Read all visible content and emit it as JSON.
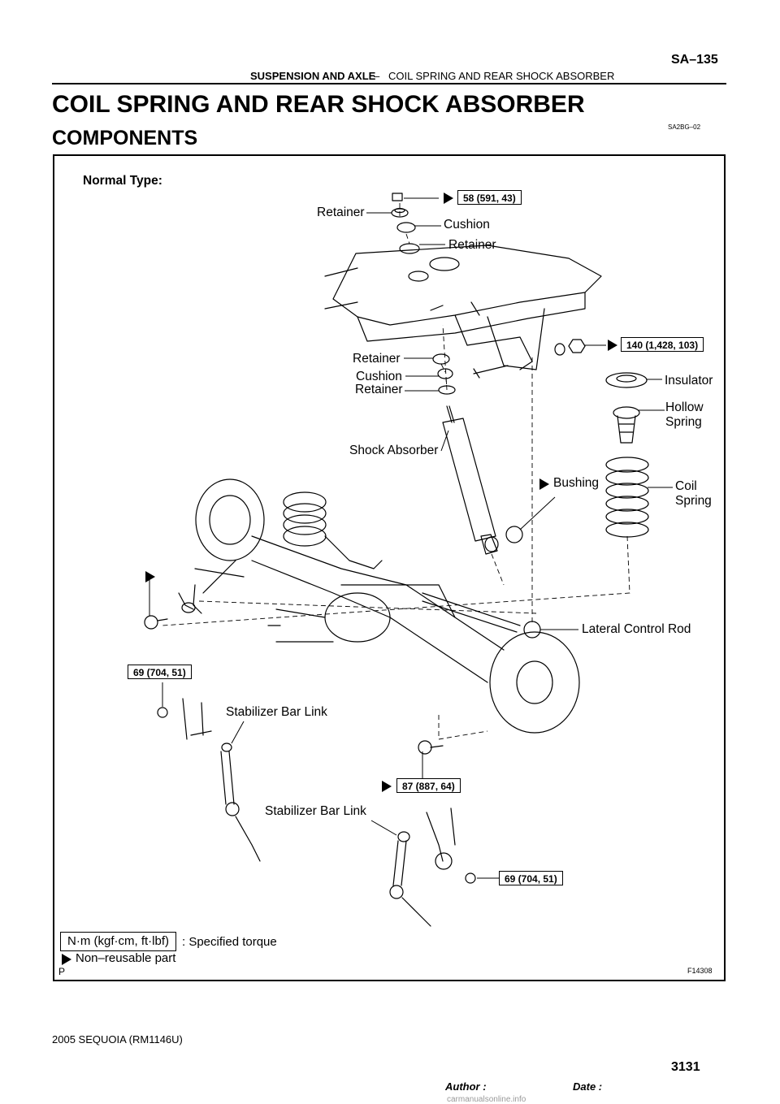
{
  "header": {
    "section": "SUSPENSION AND AXLE",
    "dash": "–",
    "subsection": "COIL SPRING AND REAR SHOCK ABSORBER",
    "page_code": "SA–135"
  },
  "title": "COIL SPRING AND REAR SHOCK ABSORBER",
  "subtitle": "COMPONENTS",
  "doc_code": "SA2BG–02",
  "figure": {
    "type_label": "Normal Type:",
    "labels": {
      "retainer_top_left": "Retainer",
      "cushion_top": "Cushion",
      "retainer_top_right": "Retainer",
      "retainer_mid": "Retainer",
      "cushion_mid": "Cushion",
      "retainer_low": "Retainer",
      "insulator": "Insulator",
      "hollow_spring_1": "Hollow",
      "hollow_spring_2": "Spring",
      "shock_absorber": "Shock Absorber",
      "bushing": "Bushing",
      "coil_spring_1": "Coil",
      "coil_spring_2": "Spring",
      "lateral_control_rod": "Lateral Control Rod",
      "stabilizer_bar_link_1": "Stabilizer Bar Link",
      "stabilizer_bar_link_2": "Stabilizer Bar Link"
    },
    "torques": {
      "t58": "58 (591, 43)",
      "t140": "140 (1,428, 103)",
      "t69a": "69 (704, 51)",
      "t87": "87 (887, 64)",
      "t69b": "69 (704, 51)"
    },
    "legend": {
      "torque_unit": "N·m (kgf·cm, ft·lbf)",
      "torque_text": ": Specified torque",
      "nonreusable_text": "Non–reusable part"
    },
    "corner_p": "P",
    "figure_code": "F14308"
  },
  "footer": {
    "model": "2005 SEQUOIA   (RM1146U)",
    "author": "Author :",
    "date": "Date :",
    "page_number": "3131",
    "watermark": "carmanualsonline.info"
  }
}
